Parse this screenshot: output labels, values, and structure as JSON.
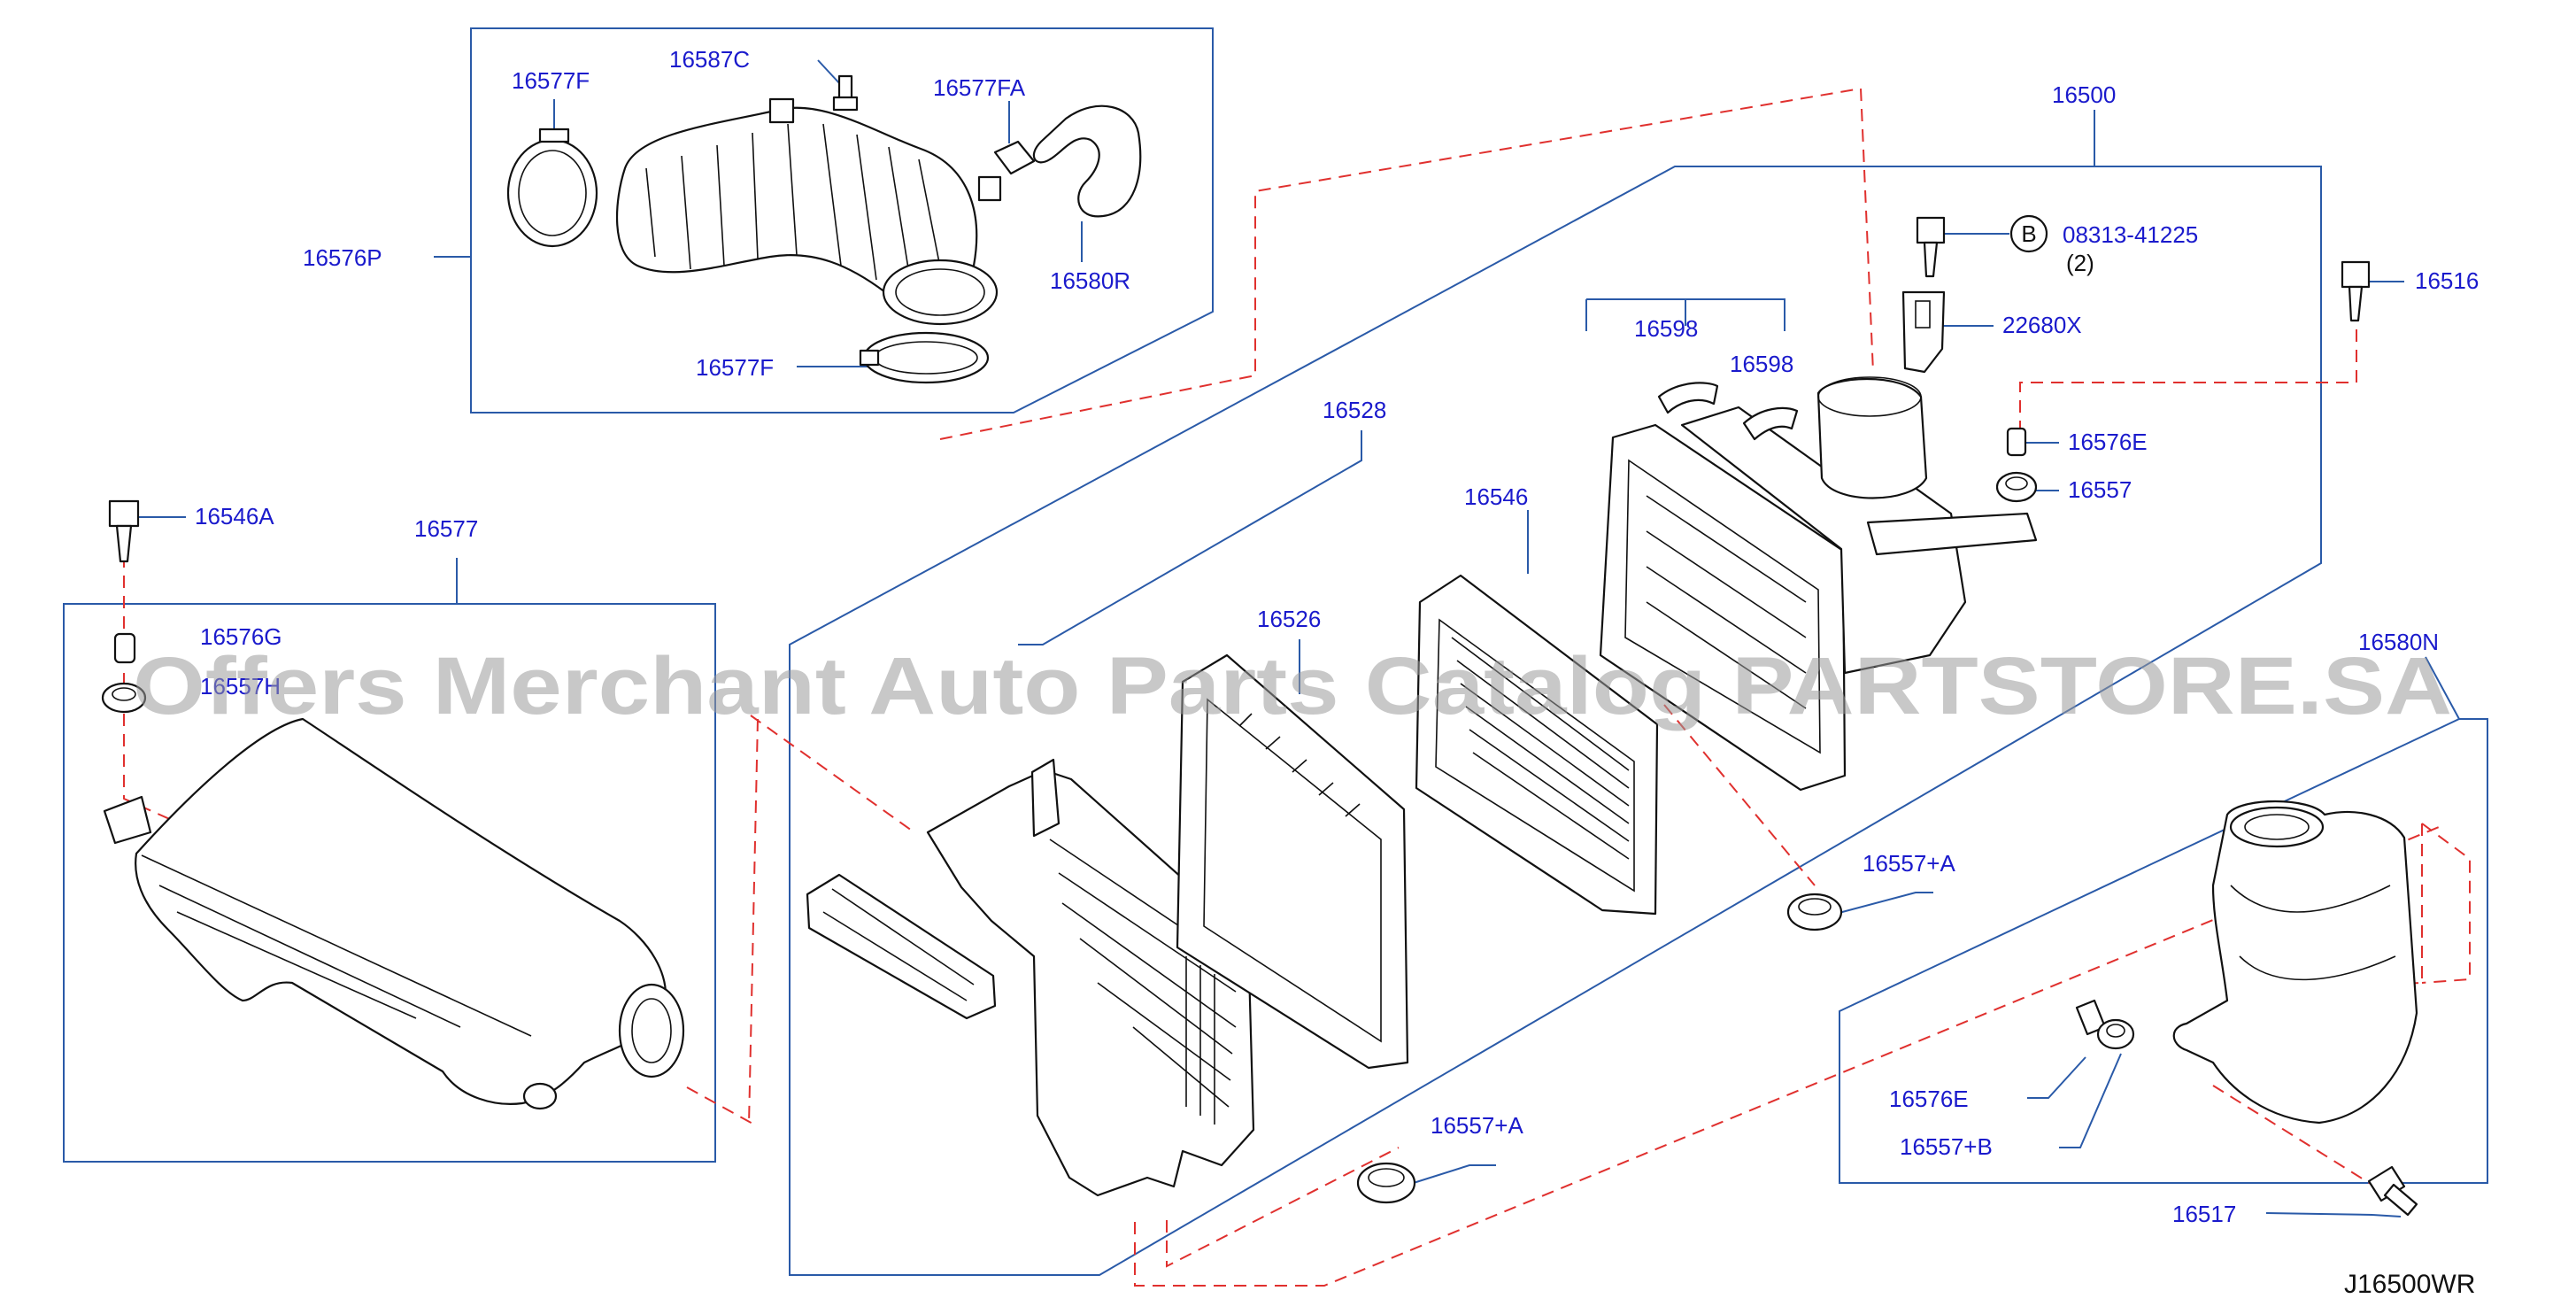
{
  "diagram_ref": "J16500WR",
  "watermark": "Offers Merchant Auto Parts Catalog PARTSTORE.SA",
  "callout_letter": "B",
  "labels": {
    "p16577F_top": "16577F",
    "p16587C": "16587C",
    "p16577FA": "16577FA",
    "p16576P": "16576P",
    "p16580R": "16580R",
    "p16577F_bottom": "16577F",
    "p16500": "16500",
    "p08313": "08313-41225",
    "p08313_qty": "(2)",
    "p16516": "16516",
    "p22680X": "22680X",
    "p16598_a": "16598",
    "p16598_b": "16598",
    "p16528": "16528",
    "p16576E_top": "16576E",
    "p16557": "16557",
    "p16546A": "16546A",
    "p16577": "16577",
    "p16546": "16546",
    "p16576G": "16576G",
    "p16557H": "16557H",
    "p16526": "16526",
    "p16580N": "16580N",
    "p16557A_mid": "16557+A",
    "p16557A_low": "16557+A",
    "p16576E_low": "16576E",
    "p16557B": "16557+B",
    "p16517": "16517"
  }
}
